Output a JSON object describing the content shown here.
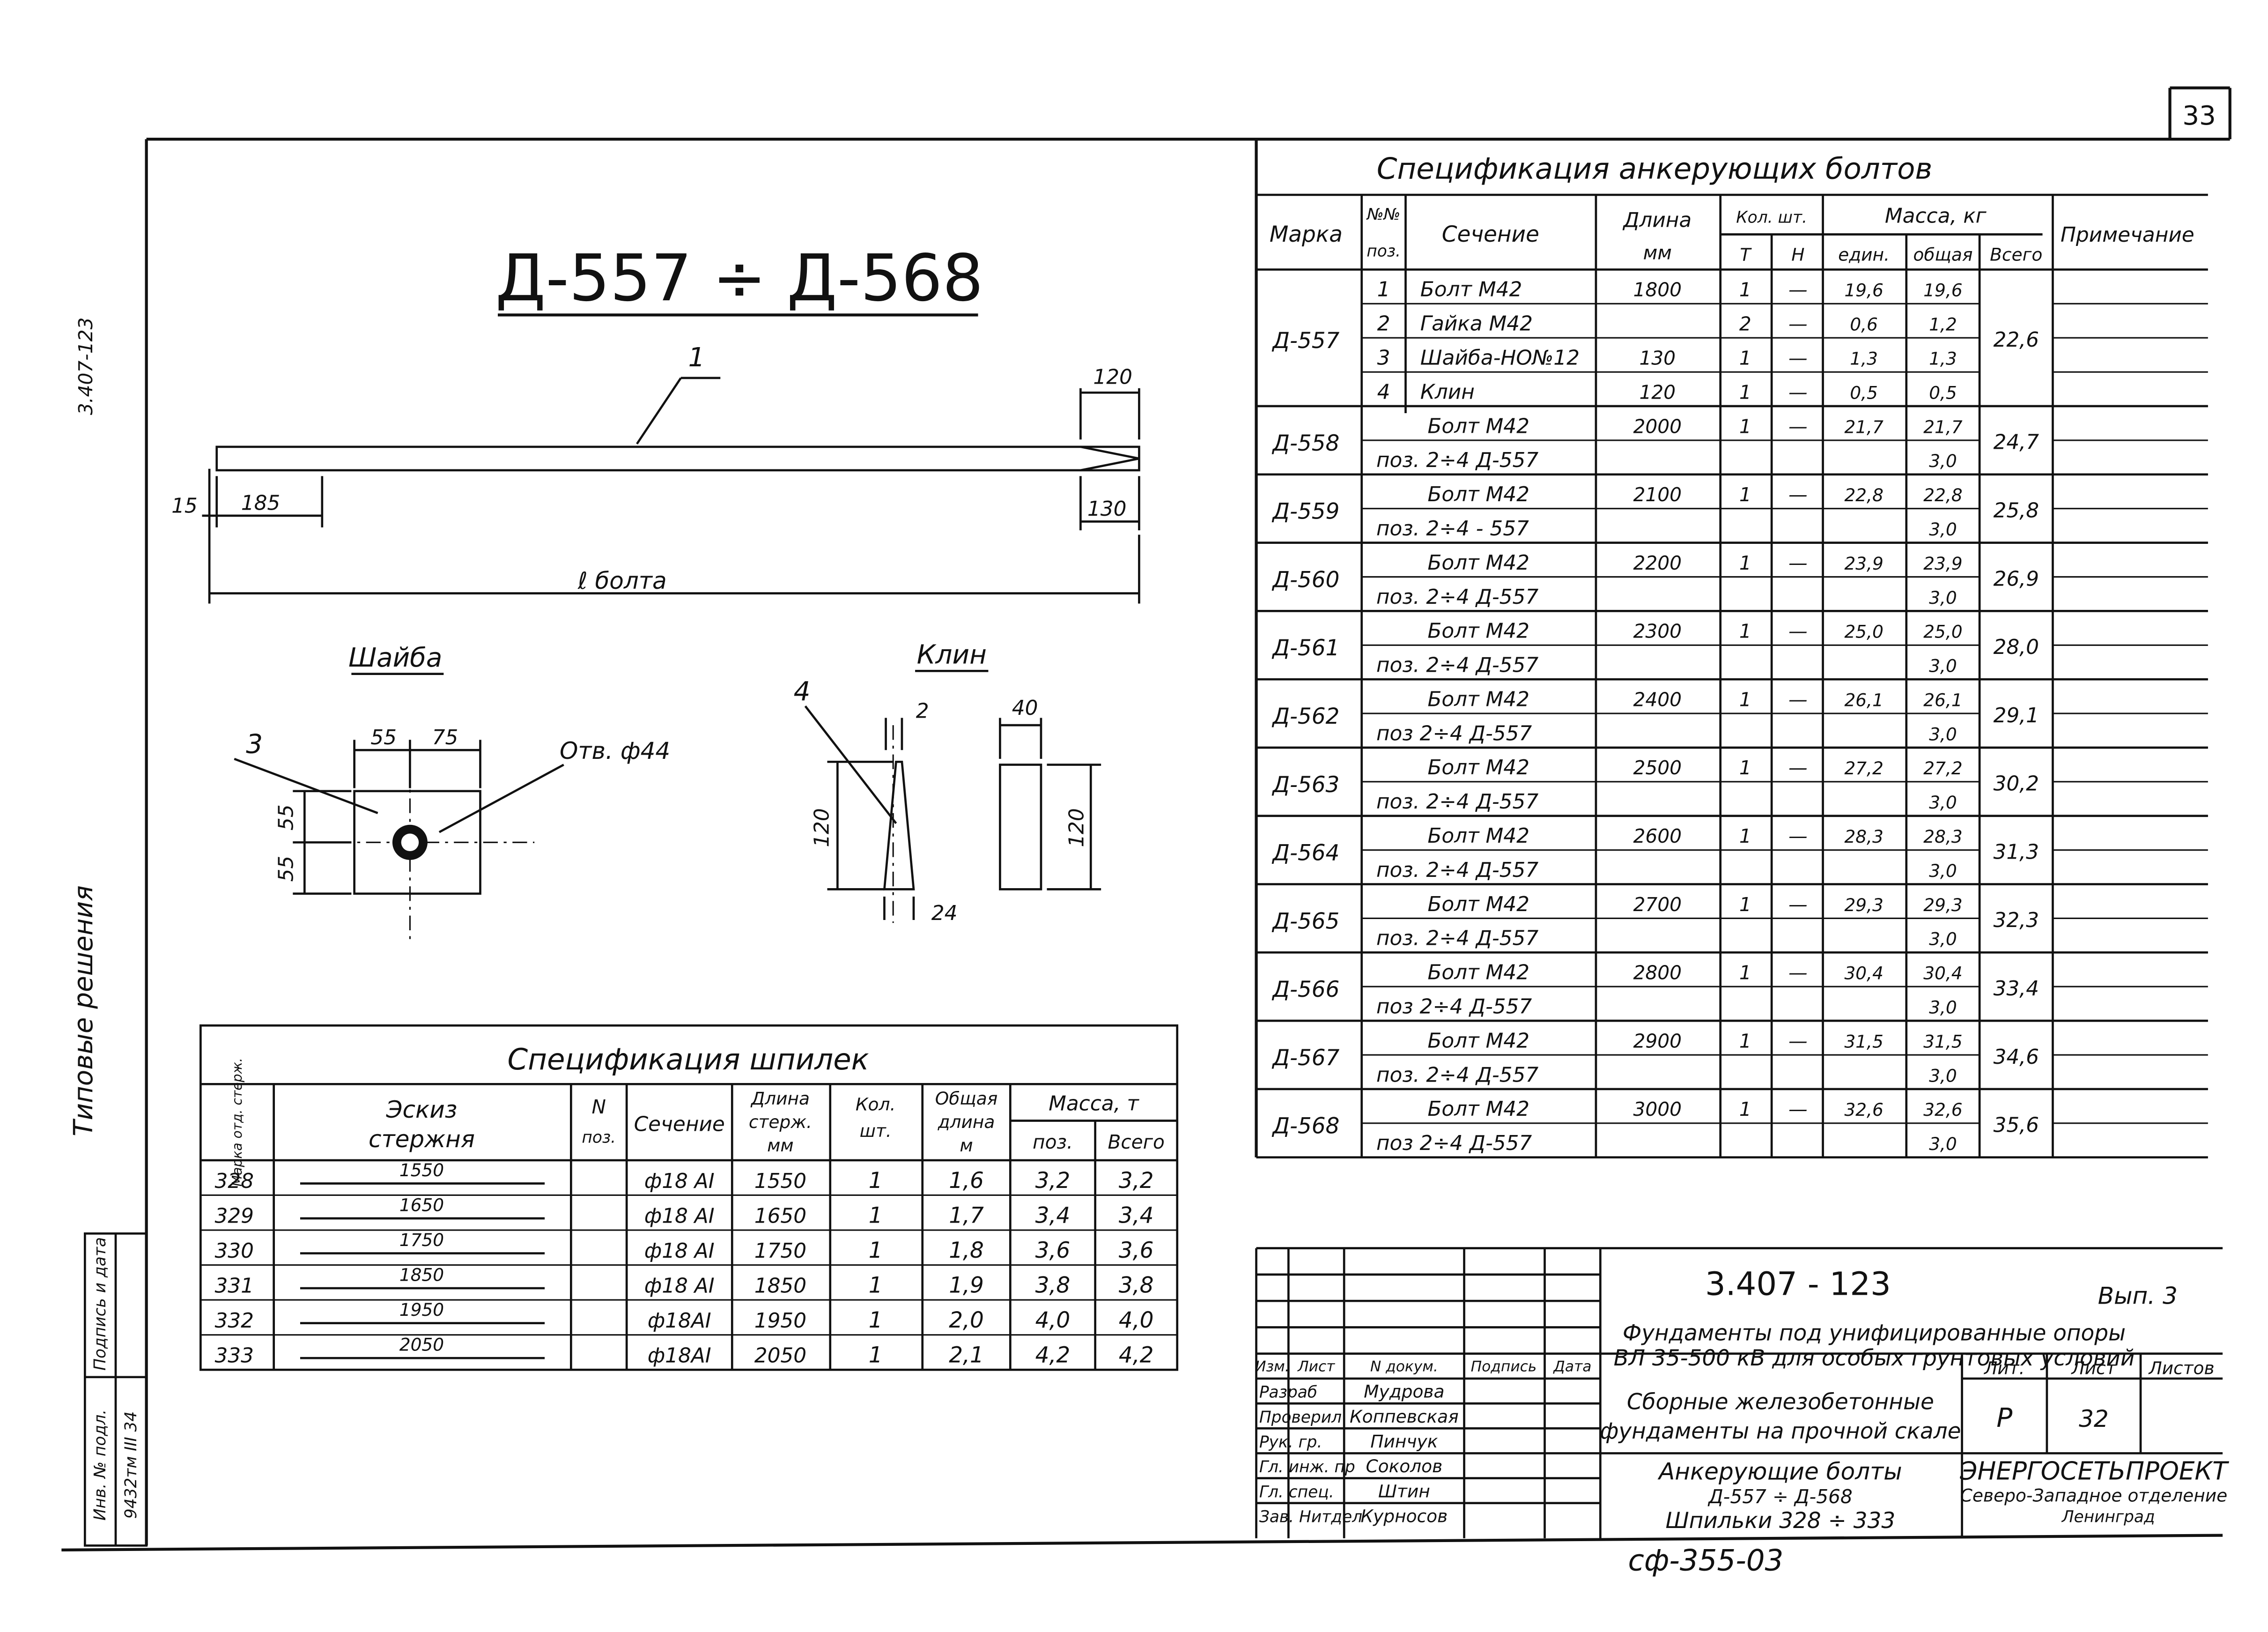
{
  "sheet_number": "33",
  "side": {
    "doc": "3.407-123",
    "title": "Типовые решения",
    "inv": "Инв. № подл.",
    "inv_val": "9432тм III 34",
    "sign": "Подпись и дата"
  },
  "drawing": {
    "title": "Д-557 ÷ Д-568",
    "leader1": "1",
    "dim_120": "120",
    "dim_15": "15",
    "dim_185": "185",
    "dim_130": "130",
    "dim_len": "ℓ болта",
    "washer_title": "Шайба",
    "washer_leader": "3",
    "hole_label": "Отв. ф44",
    "dim_55a": "55",
    "dim_75": "75",
    "dim_55b": "55",
    "dim_55c": "55",
    "wedge_title": "Клин",
    "wedge_leader": "4",
    "dim_2": "2",
    "dim_40": "40",
    "dim_120a": "120",
    "dim_120b": "120",
    "dim_24": "24"
  },
  "bolt_spec": {
    "title": "Спецификация анкерующих болтов",
    "headers": {
      "mark": "Марка",
      "pos1": "№№",
      "pos2": "поз.",
      "section": "Сечение",
      "length1": "Длина",
      "length2": "мм",
      "qty": "Кол. шт.",
      "qty_t": "Т",
      "qty_n": "Н",
      "mass": "Масса, кг",
      "unit": "един.",
      "total": "общая",
      "all": "Всего",
      "note": "Примечание"
    },
    "groups": [
      {
        "mark": "Д-557",
        "all": "22,6",
        "rows": [
          {
            "pos": "1",
            "section": "Болт М42",
            "length": "1800",
            "t": "1",
            "n": "—",
            "unit": "19,6",
            "total": "19,6"
          },
          {
            "pos": "2",
            "section": "Гайка М42",
            "length": "",
            "t": "2",
            "n": "—",
            "unit": "0,6",
            "total": "1,2"
          },
          {
            "pos": "3",
            "section": "Шайба-НО№12",
            "length": "130",
            "t": "1",
            "n": "—",
            "unit": "1,3",
            "total": "1,3"
          },
          {
            "pos": "4",
            "section": "Клин",
            "length": "120",
            "t": "1",
            "n": "—",
            "unit": "0,5",
            "total": "0,5"
          }
        ]
      },
      {
        "mark": "Д-558",
        "all": "24,7",
        "bolt": "Болт М42",
        "length": "2000",
        "t": "1",
        "n": "—",
        "unit": "21,7",
        "total": "21,7",
        "ref": "поз. 2÷4 Д-557",
        "ref_mass": "3,0"
      },
      {
        "mark": "Д-559",
        "all": "25,8",
        "bolt": "Болт М42",
        "length": "2100",
        "t": "1",
        "n": "—",
        "unit": "22,8",
        "total": "22,8",
        "ref": "поз. 2÷4 - 557",
        "ref_mass": "3,0"
      },
      {
        "mark": "Д-560",
        "all": "26,9",
        "bolt": "Болт М42",
        "length": "2200",
        "t": "1",
        "n": "—",
        "unit": "23,9",
        "total": "23,9",
        "ref": "поз. 2÷4 Д-557",
        "ref_mass": "3,0"
      },
      {
        "mark": "Д-561",
        "all": "28,0",
        "bolt": "Болт М42",
        "length": "2300",
        "t": "1",
        "n": "—",
        "unit": "25,0",
        "total": "25,0",
        "ref": "поз. 2÷4 Д-557",
        "ref_mass": "3,0"
      },
      {
        "mark": "Д-562",
        "all": "29,1",
        "bolt": "Болт М42",
        "length": "2400",
        "t": "1",
        "n": "—",
        "unit": "26,1",
        "total": "26,1",
        "ref": "поз 2÷4 Д-557",
        "ref_mass": "3,0"
      },
      {
        "mark": "Д-563",
        "all": "30,2",
        "bolt": "Болт М42",
        "length": "2500",
        "t": "1",
        "n": "—",
        "unit": "27,2",
        "total": "27,2",
        "ref": "поз. 2÷4 Д-557",
        "ref_mass": "3,0"
      },
      {
        "mark": "Д-564",
        "all": "31,3",
        "bolt": "Болт М42",
        "length": "2600",
        "t": "1",
        "n": "—",
        "unit": "28,3",
        "total": "28,3",
        "ref": "поз. 2÷4 Д-557",
        "ref_mass": "3,0"
      },
      {
        "mark": "Д-565",
        "all": "32,3",
        "bolt": "Болт М42",
        "length": "2700",
        "t": "1",
        "n": "—",
        "unit": "29,3",
        "total": "29,3",
        "ref": "поз. 2÷4 Д-557",
        "ref_mass": "3,0"
      },
      {
        "mark": "Д-566",
        "all": "33,4",
        "bolt": "Болт М42",
        "length": "2800",
        "t": "1",
        "n": "—",
        "unit": "30,4",
        "total": "30,4",
        "ref": "поз 2÷4 Д-557",
        "ref_mass": "3,0"
      },
      {
        "mark": "Д-567",
        "all": "34,6",
        "bolt": "Болт М42",
        "length": "2900",
        "t": "1",
        "n": "—",
        "unit": "31,5",
        "total": "31,5",
        "ref": "поз. 2÷4 Д-557",
        "ref_mass": "3,0"
      },
      {
        "mark": "Д-568",
        "all": "35,6",
        "bolt": "Болт М42",
        "length": "3000",
        "t": "1",
        "n": "—",
        "unit": "32,6",
        "total": "32,6",
        "ref": "поз 2÷4 Д-557",
        "ref_mass": "3,0"
      }
    ]
  },
  "stud_spec": {
    "title": "Спецификация шпилек",
    "headers": {
      "mark": "Марка отд. стерж.",
      "sketch1": "Эскиз",
      "sketch2": "стержня",
      "pos1": "N",
      "pos2": "поз.",
      "section": "Сечение",
      "len1": "Длина",
      "len2": "стерж.",
      "len3": "мм",
      "qty1": "Кол.",
      "qty2": "шт.",
      "total1": "Общая",
      "total2": "длина",
      "total3": "м",
      "mass": "Масса, т",
      "mpos": "поз.",
      "mall": "Всего"
    },
    "rows": [
      {
        "mark": "328",
        "sketch": "1550",
        "section": "ф18 АI",
        "length": "1550",
        "qty": "1",
        "total": "1,6",
        "mpos": "3,2",
        "mall": "3,2"
      },
      {
        "mark": "329",
        "sketch": "1650",
        "section": "ф18 АI",
        "length": "1650",
        "qty": "1",
        "total": "1,7",
        "mpos": "3,4",
        "mall": "3,4"
      },
      {
        "mark": "330",
        "sketch": "1750",
        "section": "ф18 АI",
        "length": "1750",
        "qty": "1",
        "total": "1,8",
        "mpos": "3,6",
        "mall": "3,6"
      },
      {
        "mark": "331",
        "sketch": "1850",
        "section": "ф18 АI",
        "length": "1850",
        "qty": "1",
        "total": "1,9",
        "mpos": "3,8",
        "mall": "3,8"
      },
      {
        "mark": "332",
        "sketch": "1950",
        "section": "ф18АI",
        "length": "1950",
        "qty": "1",
        "total": "2,0",
        "mpos": "4,0",
        "mall": "4,0"
      },
      {
        "mark": "333",
        "sketch": "2050",
        "section": "ф18АI",
        "length": "2050",
        "qty": "1",
        "total": "2,1",
        "mpos": "4,2",
        "mall": "4,2"
      }
    ]
  },
  "title_block": {
    "doc": "3.407 - 123",
    "issue": "Вып. 3",
    "desc1": "Фундаменты под унифицированные опоры",
    "desc2": "ВЛ 35-500 кВ для особых грунтовых условий",
    "h_izm": "Изм.",
    "h_list": "Лист",
    "h_doc": "N докум.",
    "h_sign": "Подпись",
    "h_date": "Дата",
    "roles": [
      {
        "role": "Разраб",
        "name": "Мудрова"
      },
      {
        "role": "Проверил",
        "name": "Коппевская"
      },
      {
        "role": "Рук. гр.",
        "name": "Пинчук"
      },
      {
        "role": "Гл. инж. пр",
        "name": "Соколов"
      },
      {
        "role": "Гл. спец.",
        "name": "Штин"
      },
      {
        "role": "Зав. Нитдел",
        "name": "Курносов"
      }
    ],
    "product1": "Сборные железобетонные",
    "product2": "фундаменты на прочной скале",
    "lit_h": "Лит.",
    "sheet_h": "Лист",
    "sheets_h": "Листов",
    "lit": "Р",
    "sheet": "32",
    "name1": "Анкерующие болты",
    "name2": "Д-557 ÷ Д-568",
    "name3": "Шпильки 328 ÷ 333",
    "org1": "ЭНЕРГОСЕТЬПРОЕКТ",
    "org2": "Северо-Западное отделение",
    "org3": "Ленинград"
  },
  "stamp_code": "сф-355-03"
}
